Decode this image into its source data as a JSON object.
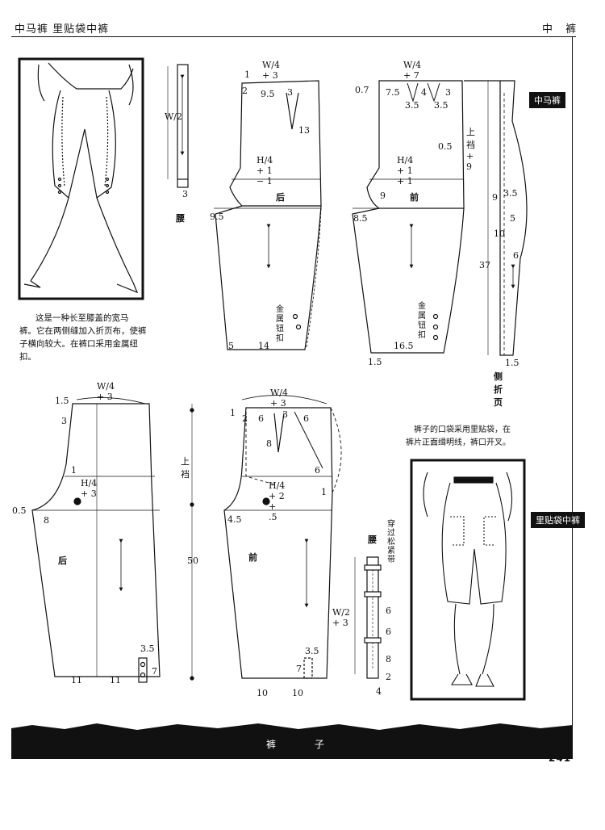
{
  "header": {
    "left": "中马裤   里贴袋中裤",
    "right": "中 裤"
  },
  "side_tabs": {
    "tab1": "中马裤",
    "tab2": "里贴袋中裤"
  },
  "captions": {
    "top": [
      "这是一种长至膝盖的宽马",
      "裤。它在两侧缝加入折页布，使裤",
      "子横向较大。在裤口采用金属纽",
      "扣。"
    ],
    "bottom": [
      "裤子的口袋采用里贴袋，在",
      "裤片正面缉明线，裤口开叉。"
    ]
  },
  "pattern1": {
    "waistband_label": "腰",
    "waist_formula": "W/2",
    "w3": "3",
    "back_label": "后",
    "front_label": "前",
    "back_top": "W/4 + 3",
    "front_top": "W/4 + 7",
    "back_hip": "H/4 + 1 − 1",
    "front_hip": "H/4 + 1 + 1",
    "n1": "1",
    "n2": "2",
    "n95": "9.5",
    "n3a": "3",
    "n13": "13",
    "n07": "0.7",
    "n75": "7.5",
    "n4": "4",
    "n3b": "3",
    "n35a": "3.5",
    "n35b": "3.5",
    "n05": "0.5",
    "crotch_label": "上裆 + 9",
    "n95b": "9.5",
    "n9": "9",
    "n85": "8.5",
    "n5": "5",
    "n14": "14",
    "n165": "16.5",
    "n15": "1.5",
    "metal_button": "金属钮扣",
    "fold_9": "9",
    "fold_35": "3.5",
    "fold_5": "5",
    "fold_10": "10",
    "fold_6": "6",
    "fold_37": "37",
    "fold_15": "1.5",
    "fold_label": "侧折页"
  },
  "pattern2": {
    "back_top": "W/4 + 3",
    "front_top": "W/4 + 3",
    "back_hip": "H/4 + 3",
    "front_hip": "H/4 + 2 + .5",
    "back_label": "后",
    "front_label": "前",
    "n15": "1.5",
    "n3": "3",
    "n1": "1",
    "n05": "0.5",
    "n8": "8",
    "crotch": "上裆",
    "n50": "50",
    "n35": "3.5",
    "n7": "7",
    "n11a": "11",
    "n11b": "11",
    "f1": "1",
    "f2": "2",
    "f6a": "6",
    "f3": "3",
    "f6b": "6",
    "f8": "8",
    "f6c": "6",
    "f1b": "1",
    "f45": "4.5",
    "f35": "3.5",
    "f7": "7",
    "f10a": "10",
    "f10b": "10",
    "waistband_label": "腰",
    "elastic_label": "穿过松紧带",
    "wb_formula": "W/2 + 3",
    "wb6a": "6",
    "wb6b": "6",
    "wb8": "8",
    "wb2": "2",
    "wb4": "4"
  },
  "footer": {
    "label": "裤 子",
    "page": "241"
  }
}
